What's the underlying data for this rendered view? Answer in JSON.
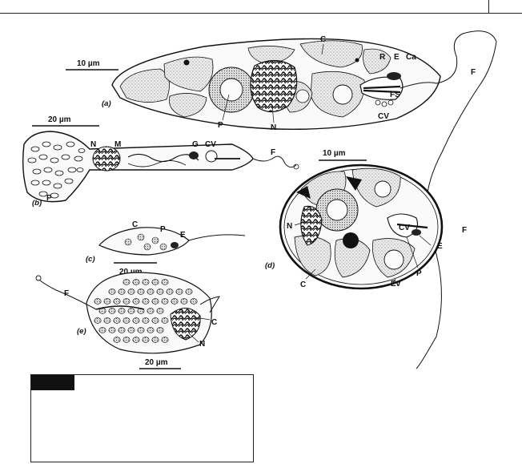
{
  "colors": {
    "ink": "#111111",
    "paper": "#ffffff",
    "dense": "#2a2a2a",
    "stipple": "#e8e8e8"
  },
  "panels": {
    "a": {
      "tag": "(a)",
      "scale": "10 µm",
      "labels": {
        "C": "C",
        "R": "R",
        "E": "E",
        "Ca": "Ca",
        "F": "F",
        "FS": "FS",
        "CV": "CV",
        "P": "P",
        "N": "N"
      }
    },
    "b": {
      "tag": "(b)",
      "scale": "20 µm",
      "labels": {
        "N": "N",
        "M": "M",
        "G": "G",
        "CV": "CV",
        "F": "F",
        "P": "P"
      }
    },
    "c": {
      "tag": "(c)",
      "scale": "20 µm",
      "labels": {
        "C": "C",
        "P": "P",
        "E": "E"
      }
    },
    "d": {
      "tag": "(d)",
      "scale": "10 µm",
      "labels": {
        "N": "N",
        "CV": "CV",
        "E": "E",
        "F": "F",
        "P": "P",
        "C": "C",
        "Ev": "Ev"
      }
    },
    "e": {
      "tag": "(e)",
      "scale": "20 µm",
      "labels": {
        "F": "F",
        "C": "C",
        "N": "N"
      }
    }
  }
}
